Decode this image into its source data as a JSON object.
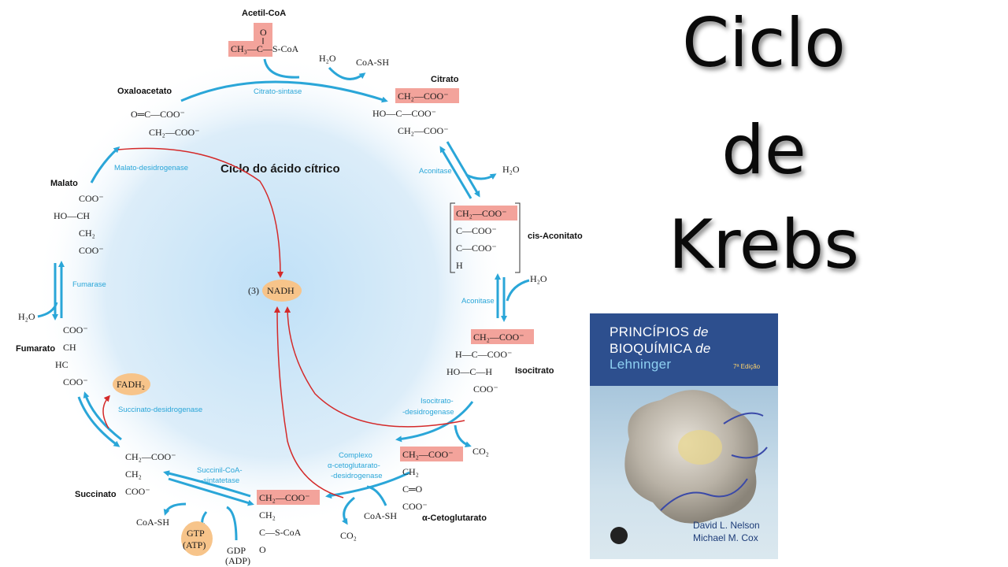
{
  "title": {
    "line1": "Ciclo",
    "line2": "de",
    "line3": "Krebs"
  },
  "cycle_title": "Ciclo do ácido cítrico",
  "compounds": {
    "acetylcoa": {
      "name": "Acetil-CoA",
      "f1": "O",
      "f2": "CH₃—C—S-CoA"
    },
    "oxaloacetate": {
      "name": "Oxaloacetato",
      "f1": "O═C—COO⁻",
      "f2": "CH₂—COO⁻"
    },
    "citrate": {
      "name": "Citrato",
      "f1": "CH₂—COO⁻",
      "f2": "HO—C—COO⁻",
      "f3": "CH₂—COO⁻"
    },
    "cisaconitate": {
      "name": "cis-Aconitato",
      "f1": "CH₂—COO⁻",
      "f2": "C—COO⁻",
      "f3": "C—COO⁻",
      "f4": "H"
    },
    "isocitrate": {
      "name": "Isocitrato",
      "f1": "CH₂—COO⁻",
      "f2": "H—C—COO⁻",
      "f3": "HO—C—H",
      "f4": "COO⁻"
    },
    "akg": {
      "name": "α-Cetoglutarato",
      "f1": "CH₂—COO⁻",
      "f2": "CH₂",
      "f3": "C═O",
      "f4": "COO⁻"
    },
    "succinylcoa": {
      "f1": "CH₂—COO⁻",
      "f2": "CH₂",
      "f3": "C—S-CoA",
      "f4": "O"
    },
    "succinate": {
      "name": "Succinato",
      "f1": "CH₂—COO⁻",
      "f2": "CH₂",
      "f3": "COO⁻"
    },
    "fumarate": {
      "name": "Fumarato",
      "f1": "COO⁻",
      "f2": "CH",
      "f3": "HC",
      "f4": "COO⁻"
    },
    "malate": {
      "name": "Malato",
      "f1": "COO⁻",
      "f2": "HO—CH",
      "f3": "CH₂",
      "f4": "COO⁻"
    }
  },
  "enzymes": {
    "citrate_synthase": "Citrato-sintase",
    "aconitase1": "Aconitase",
    "aconitase2": "Aconitase",
    "idh1": "Isocitrato-",
    "idh2": "-desidrogenase",
    "akgdh1": "Complexo",
    "akgdh2": "α-cetoglutarato-",
    "akgdh3": "-desidrogenase",
    "scs1": "Succinil-CoA-",
    "scs2": "-sintatetase",
    "sdh": "Succinato-desidrogenase",
    "fumarase": "Fumarase",
    "mdh": "Malato-desidrogenase"
  },
  "side_molecules": {
    "h2o_1": "H₂O",
    "coash_1": "CoA-SH",
    "h2o_2": "H₂O",
    "h2o_3": "H₂O",
    "co2_1": "CO₂",
    "coash_2": "CoA-SH",
    "co2_2": "CO₂",
    "coash_3": "CoA-SH",
    "gdp": "GDP",
    "adp": "(ADP)",
    "h2o_4": "H₂O"
  },
  "products": {
    "nadh_count": "(3)",
    "nadh": "NADH",
    "fadh2": "FADH₂",
    "gtp": "GTP",
    "atp": "(ATP)"
  },
  "colors": {
    "arrow": "#2aa6d8",
    "red": "#d42a2a",
    "highlight": "#f3a39b",
    "nadh_bg": "#f7c48a",
    "glow": "#cfe6f8"
  },
  "book": {
    "line1": "PRINCÍPIOS",
    "line1b": "de",
    "line2": "BIOQUÍMICA",
    "line2b": "de",
    "line3": "Lehninger",
    "edition": "7ª Edição",
    "author1": "David L. Nelson",
    "author2": "Michael M. Cox"
  }
}
